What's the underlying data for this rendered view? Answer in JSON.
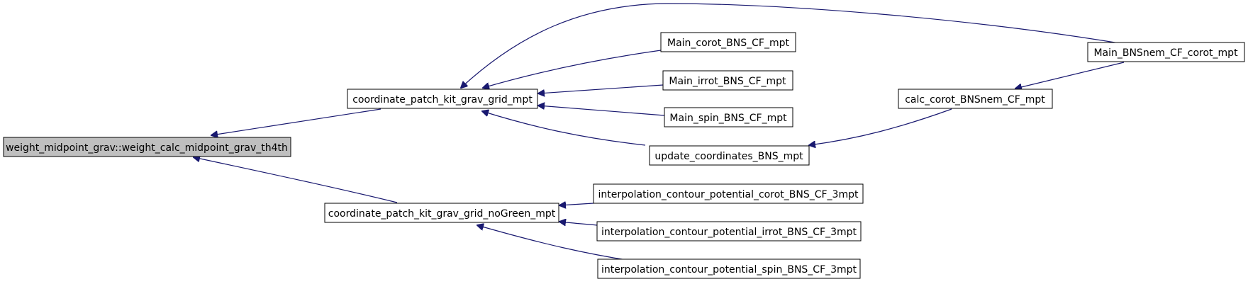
{
  "nodes": {
    "root": "weight_midpoint_grav::weight_calc_midpoint_grav_th4th",
    "kit_grid": "coordinate_patch_kit_grav_grid_mpt",
    "kit_nogreen": "coordinate_patch_kit_grav_grid_noGreen_mpt",
    "main_corot": "Main_corot_BNS_CF_mpt",
    "main_irrot": "Main_irrot_BNS_CF_mpt",
    "main_spin": "Main_spin_BNS_CF_mpt",
    "update_coords": "update_coordinates_BNS_mpt",
    "calc_corot": "calc_corot_BNSnem_CF_mpt",
    "main_bnsnem": "Main_BNSnem_CF_corot_mpt",
    "interp_corot": "interpolation_contour_potential_corot_BNS_CF_3mpt",
    "interp_irrot": "interpolation_contour_potential_irrot_BNS_CF_3mpt",
    "interp_spin": "interpolation_contour_potential_spin_BNS_CF_3mpt"
  },
  "colors": {
    "edge": "#191970",
    "root_fill": "#bfbfbf",
    "node_fill": "#ffffff",
    "border": "#000000"
  }
}
